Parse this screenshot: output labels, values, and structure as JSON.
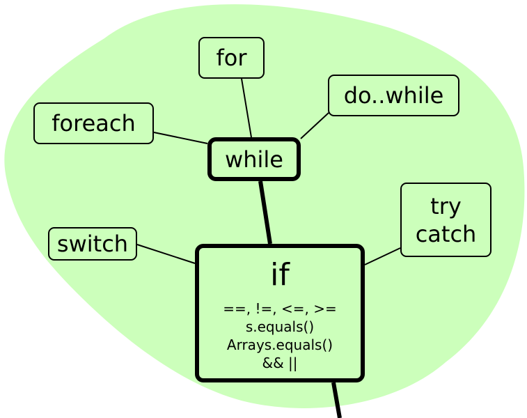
{
  "diagram": {
    "region_color": "#ccffbb",
    "nodes": {
      "for": {
        "label": "for"
      },
      "foreach": {
        "label": "foreach"
      },
      "dowhile": {
        "label": "do..while"
      },
      "while": {
        "label": "while"
      },
      "switch": {
        "label": "switch"
      },
      "trycatch": {
        "lines": [
          "try",
          "catch"
        ]
      },
      "if": {
        "label": "if",
        "details": [
          "==, !=, <=, >=",
          "s.equals()",
          "Arrays.equals()",
          "&& ||"
        ]
      }
    }
  }
}
